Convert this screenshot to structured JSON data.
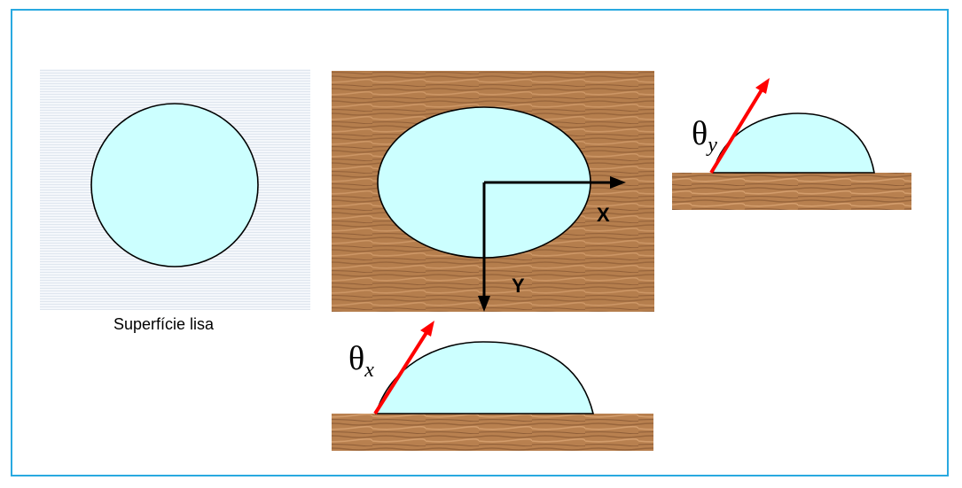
{
  "labels": {
    "smooth_surface": "Superfície lisa",
    "x_axis": "X",
    "y_axis": "Y",
    "theta_symbol": "θ",
    "theta_y_sub": "y",
    "theta_x_sub": "x"
  },
  "colors": {
    "frame_border": "#29a9e0",
    "droplet_fill": "#ccffff",
    "wood_base": "#b8804f",
    "contact_angle_arrow": "#ff0000",
    "axis_arrow": "#000000"
  }
}
